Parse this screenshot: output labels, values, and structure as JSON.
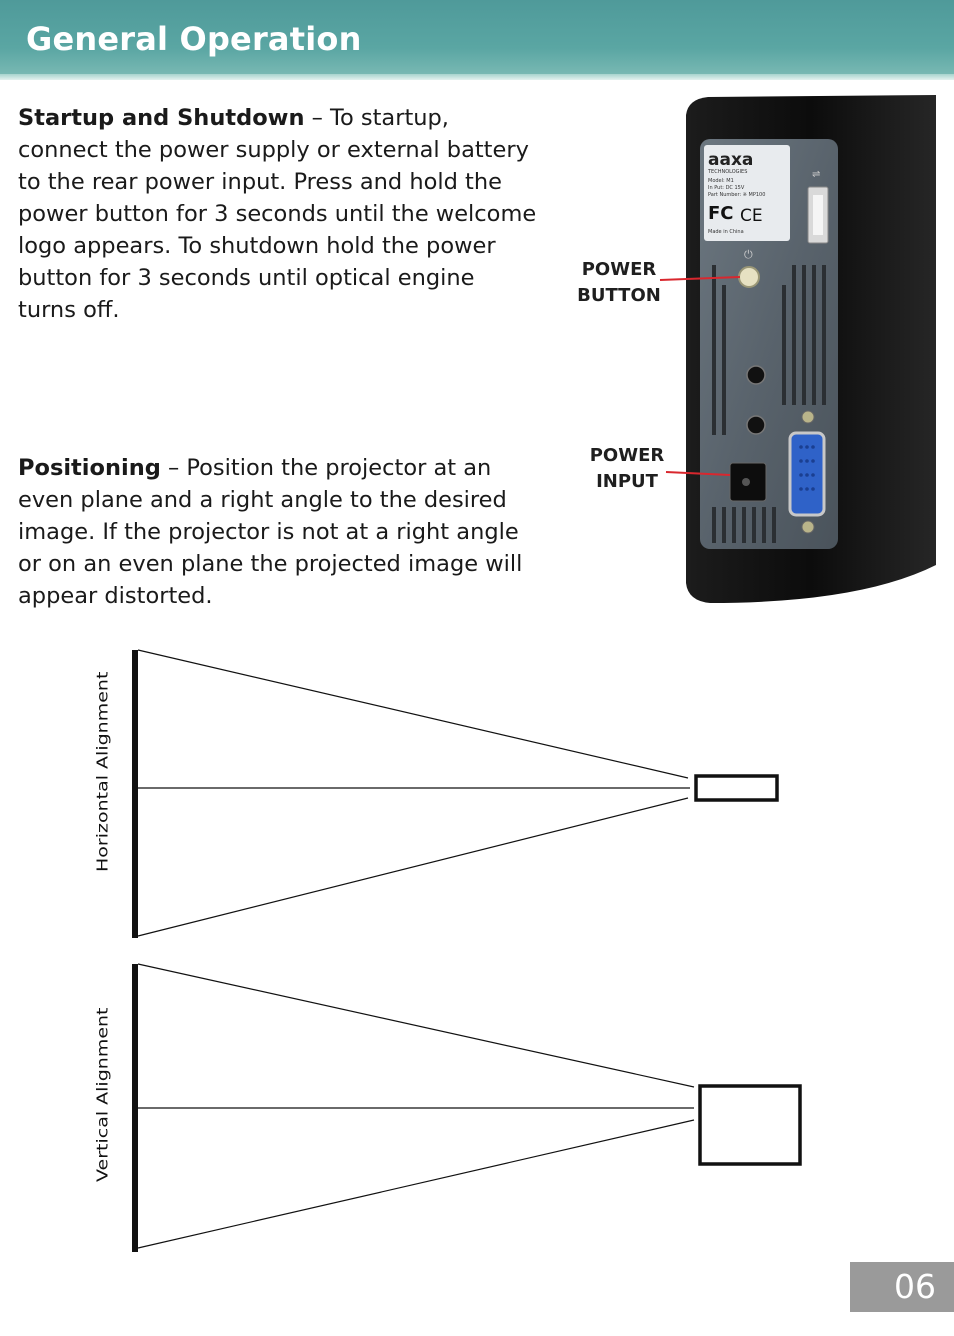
{
  "header": {
    "title": "General Operation"
  },
  "startup": {
    "heading": "Startup and Shutdown",
    "body": " – To startup, connect the power supply or external battery to the rear power input.  Press and hold the  power button for 3 seconds until the welcome logo appears.  To shutdown hold the power button for 3 seconds until optical engine turns off."
  },
  "positioning": {
    "heading": "Positioning",
    "body": " – Position the projector at an even plane and a right angle to the desired image. If the projector is not at a right angle or on an even plane the projected image will appear distorted."
  },
  "photo": {
    "brand": "aaxa",
    "brand_sub": "TECHNOLOGIES",
    "model_line": "Model: M1",
    "input_line": "In Put: DC 15V",
    "part_line": "Part Number: ※ MP100",
    "fc_mark": "FC",
    "ce_mark": "CE",
    "made_line": "Made in China",
    "callout_button_line1": "POWER",
    "callout_button_line2": "BUTTON",
    "callout_input_line1": "POWER",
    "callout_input_line2": "INPUT",
    "colors": {
      "callout_line": "#d9272e",
      "vga_blue": "#2f62c8",
      "body": "#141414"
    }
  },
  "diagram": {
    "horizontal_label": "Horizontal Alignment",
    "vertical_label": "Vertical Alignment"
  },
  "footer": {
    "page_number": "06"
  }
}
